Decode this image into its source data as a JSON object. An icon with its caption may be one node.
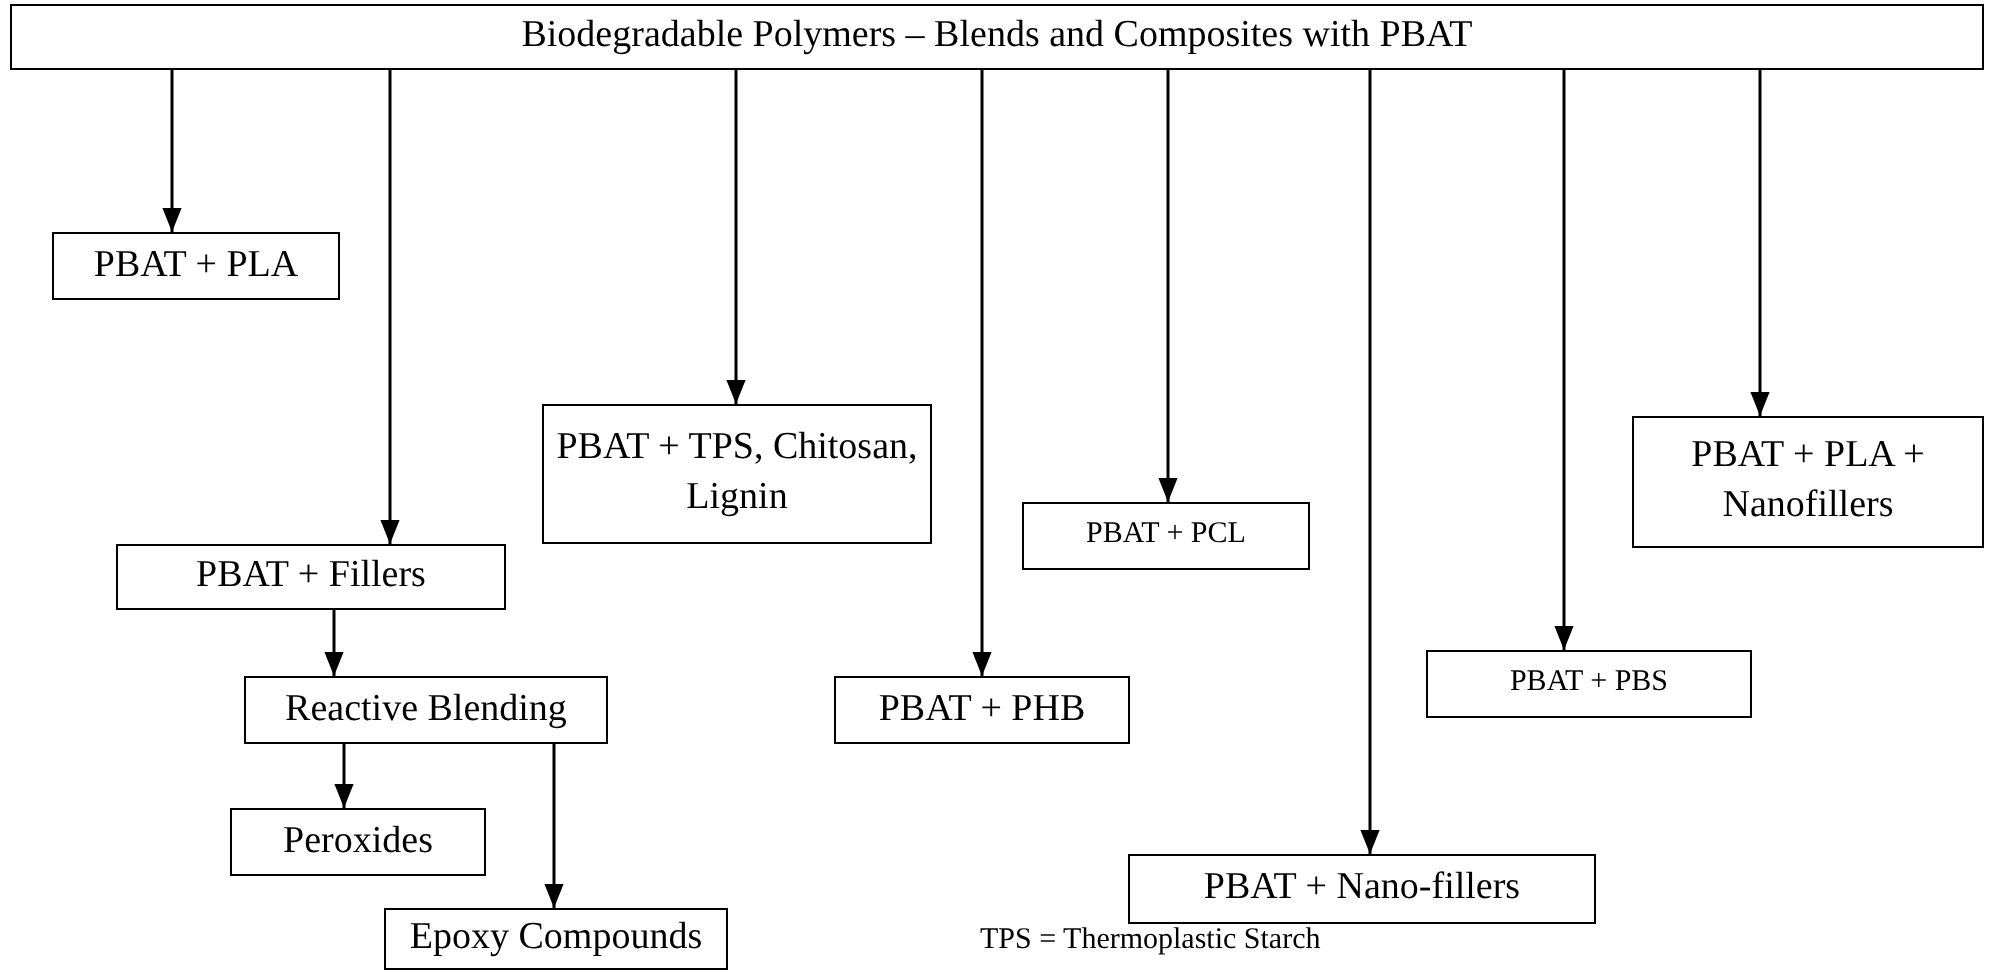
{
  "diagram": {
    "nodes": [
      {
        "text": [
          "Biodegradable Polymers – Blends and Composites with PBAT"
        ]
      },
      {
        "text": [
          "PBAT + PLA"
        ]
      },
      {
        "text": [
          "PBAT + Fillers"
        ]
      },
      {
        "text": [
          "Reactive Blending"
        ]
      },
      {
        "text": [
          "Peroxides"
        ]
      },
      {
        "text": [
          "Epoxy Compounds"
        ]
      },
      {
        "text": [
          "PBAT + TPS, Chitosan, Lignin"
        ]
      },
      {
        "text": [
          "PBAT + PHB"
        ]
      },
      {
        "text": [
          "PBAT + PCL"
        ]
      },
      {
        "text": [
          "PBAT + Nano-fillers"
        ]
      },
      {
        "text": [
          "PBAT + PBS"
        ]
      },
      {
        "text": [
          "PBAT + PLA + Nanofillers"
        ]
      }
    ],
    "edges": [
      {
        "from": 0,
        "to": 1,
        "arrow": "to"
      },
      {
        "from": 0,
        "to": 2,
        "arrow": "to"
      },
      {
        "from": 2,
        "to": 3,
        "arrow": "to"
      },
      {
        "from": 3,
        "to": 4,
        "arrow": "to"
      },
      {
        "from": 3,
        "to": 5,
        "arrow": "to"
      },
      {
        "from": 0,
        "to": 6,
        "arrow": "to"
      },
      {
        "from": 0,
        "to": 7,
        "arrow": "to"
      },
      {
        "from": 0,
        "to": 8,
        "arrow": "to"
      },
      {
        "from": 0,
        "to": 9,
        "arrow": "to"
      },
      {
        "from": 0,
        "to": 10,
        "arrow": "to"
      },
      {
        "from": 0,
        "to": 11,
        "arrow": "to"
      }
    ],
    "labels": [
      "TPS = Thermoplastic Starch"
    ]
  }
}
